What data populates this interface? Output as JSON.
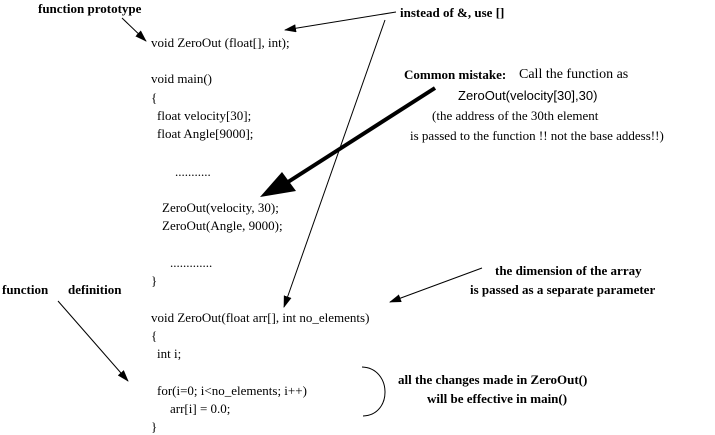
{
  "labels": {
    "function_prototype": "function prototype",
    "instead_of": "instead of &, use []",
    "function": "function",
    "definition": "definition",
    "dimension_line1": "the dimension of the array",
    "dimension_line2": "is passed as a separate parameter",
    "changes_line1": "all the changes made in ZeroOut()",
    "changes_line2": "will be effective in main()"
  },
  "mistake": {
    "title": "Common mistake:",
    "title_rest": "Call the function as",
    "call": "ZeroOut(velocity[30],30)",
    "explain1": "(the address of the 30th element",
    "explain2": "is passed to the function !! not the base addess!!)"
  },
  "code": {
    "prototype": "void ZeroOut (float[], int);",
    "main_sig": "void main()",
    "brace_open": "{",
    "decl_velocity": "float velocity[30];",
    "decl_angle": "float Angle[9000];",
    "ellipsis1": "...........",
    "call_velocity": "ZeroOut(velocity, 30);",
    "call_angle": "ZeroOut(Angle, 9000);",
    "ellipsis2": ".............",
    "brace_close": "}",
    "def_sig": "void ZeroOut(float arr[], int no_elements)",
    "def_brace_open": "{",
    "int_i": "int i;",
    "for_loop": "for(i=0; i<no_elements; i++)",
    "assign": "arr[i] = 0.0;",
    "def_brace_close": "}"
  }
}
